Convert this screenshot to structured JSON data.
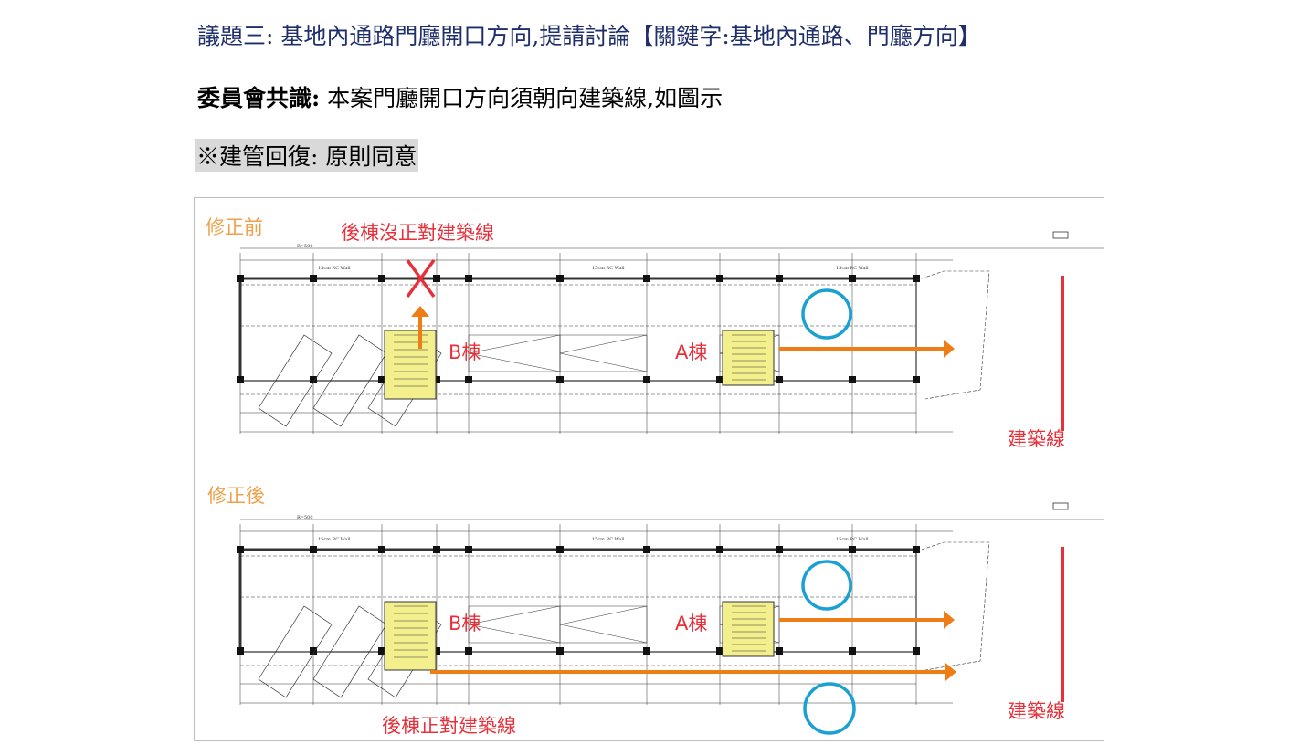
{
  "heading": "議題三: 基地內通路門廳開口方向,提請討論【關鍵字:基地內通路、門廳方向】",
  "consensus_label": "委員會共識:",
  "consensus_text": " 本案門廳開口方向須朝向建築線,如圖示",
  "reply": "※建管回復: 原則同意",
  "figure": {
    "before": {
      "title": "修正前",
      "note": "後棟沒正對建築線",
      "building_b": "B棟",
      "building_a": "A棟",
      "building_line": "建築線"
    },
    "after": {
      "title": "修正後",
      "note": "後棟正對建築線",
      "building_b": "B棟",
      "building_a": "A棟",
      "building_line": "建築線"
    },
    "drawing_text": {
      "radius": "R=500",
      "wall": "15cm RC Wall"
    },
    "colors": {
      "arrow": "#ee7d16",
      "mark": "#e8303a",
      "circle": "#1aa0d2",
      "lobby": "#f3ef8c"
    }
  }
}
